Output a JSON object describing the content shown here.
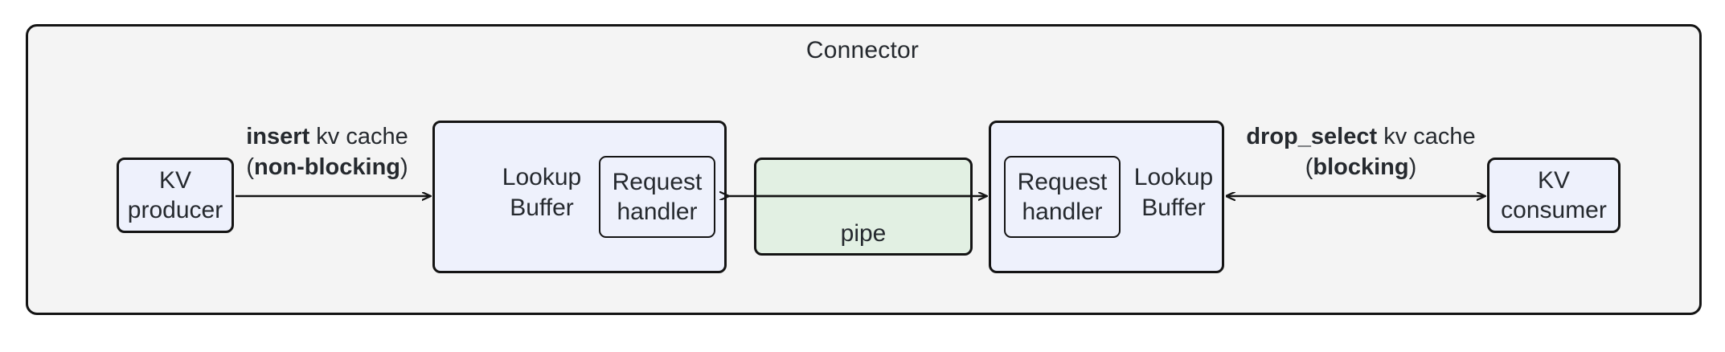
{
  "diagram": {
    "container": {
      "title": "Connector",
      "background_color": "#f4f4f4",
      "border_color": "#141414"
    },
    "nodes": {
      "kv_producer": {
        "label": "KV\nproducer",
        "fill": "#eef1fc"
      },
      "kv_consumer": {
        "label": "KV\nconsumer",
        "fill": "#eef1fc"
      },
      "left_lookup_buffer": {
        "label": "Lookup\nBuffer",
        "fill": "#eef1fc"
      },
      "left_request_handler": {
        "label": "Request\nhandler",
        "fill": "#eef1fc"
      },
      "right_lookup_buffer": {
        "label": "Lookup\nBuffer",
        "fill": "#eef1fc"
      },
      "right_request_handler": {
        "label": "Request\nhandler",
        "fill": "#eef1fc"
      },
      "pipe": {
        "label": "pipe",
        "fill": "#e2f0e3"
      }
    },
    "edges": {
      "insert": {
        "emphasis_1": "insert",
        "plain_1": " kv cache",
        "plain_2": "(",
        "emphasis_2": "non-blocking",
        "plain_3": ")",
        "direction": "right"
      },
      "drop_select": {
        "emphasis_1": "drop_select",
        "plain_1": " kv cache",
        "plain_2": "(",
        "emphasis_2": "blocking",
        "plain_3": ")",
        "direction": "bidirectional"
      }
    }
  }
}
